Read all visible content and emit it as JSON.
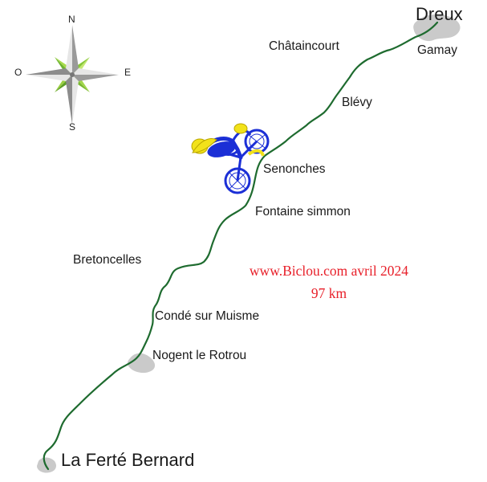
{
  "compass": {
    "north": "N",
    "south": "S",
    "east": "E",
    "west": "O"
  },
  "towns": {
    "dreux": "Dreux",
    "gamay": "Gamay",
    "chataincourt": "Châtaincourt",
    "blevy": "Blévy",
    "senonches": "Senonches",
    "fontaine_simmon": "Fontaine simmon",
    "bretoncelles": "Bretoncelles",
    "conde_sur_muisme": "Condé sur Muisme",
    "nogent_le_rotrou": "Nogent le Rotrou",
    "la_ferte_bernard": "La Ferté Bernard"
  },
  "info": {
    "site_date": "www.Biclou.com avril 2024",
    "distance": "97 km"
  },
  "colors": {
    "route": "#1e6b2f",
    "town_area": "#c8c8c8",
    "info_text": "#e8202a",
    "bike": "#1b2fd6",
    "rider_yellow": "#f2e21a"
  },
  "icons": [
    "compass-rose-icon",
    "cyclist-icon"
  ]
}
